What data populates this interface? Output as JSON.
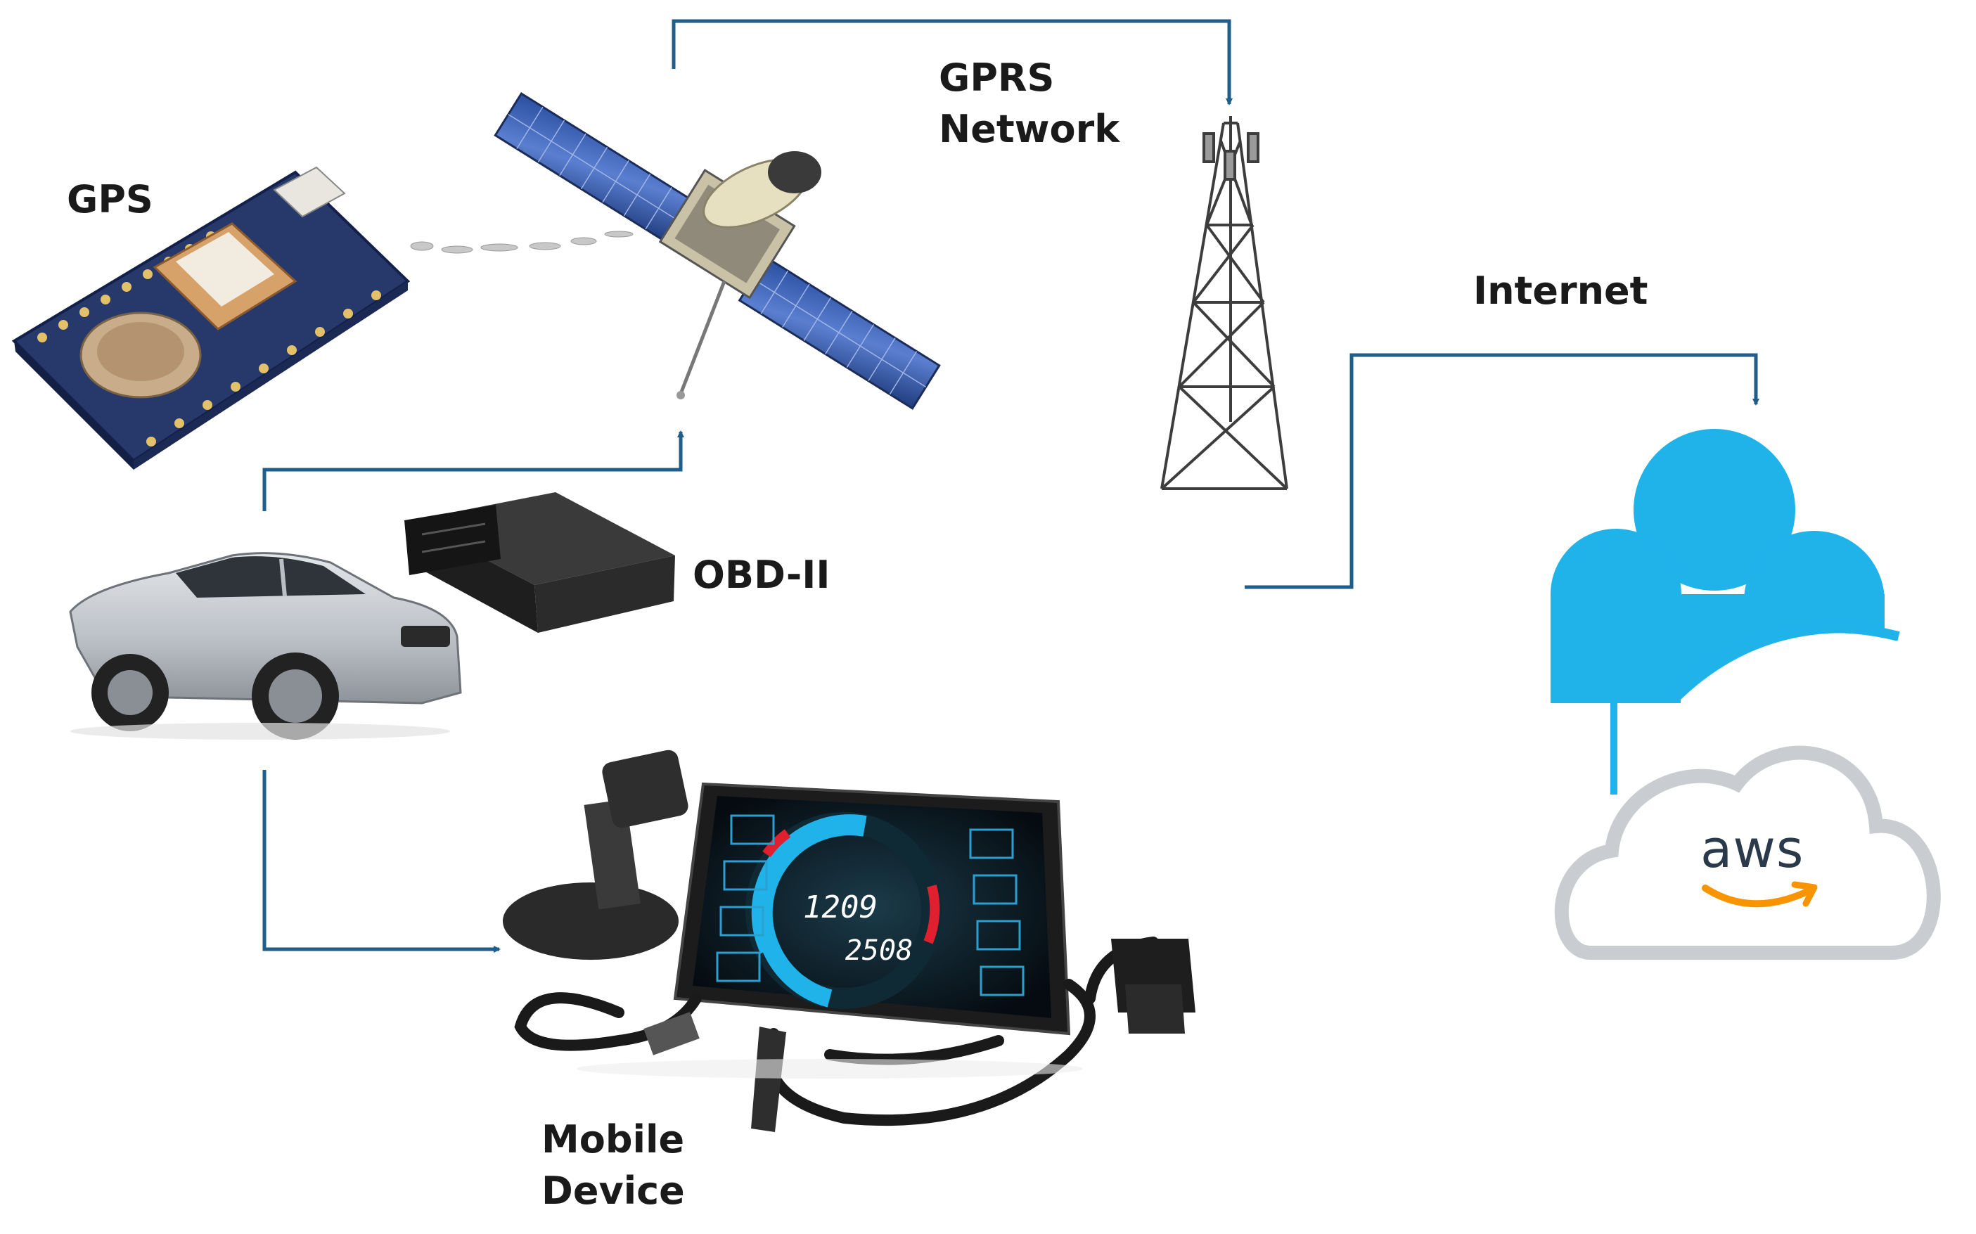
{
  "labels": {
    "gps": "GPS",
    "gprs_line1": "GPRS",
    "gprs_line2": "Network",
    "internet": "Internet",
    "obd": "OBD-II",
    "mobile_line1": "Mobile",
    "mobile_line2": "Device",
    "aws": "aws"
  },
  "dashboard": {
    "rpm": "1209",
    "secondary": "2508"
  },
  "colors": {
    "connector": "#1f5d8a",
    "cloud_blue": "#1fb3ea",
    "cloud_gray": "#c9cdd1",
    "aws_orange": "#f79400"
  }
}
